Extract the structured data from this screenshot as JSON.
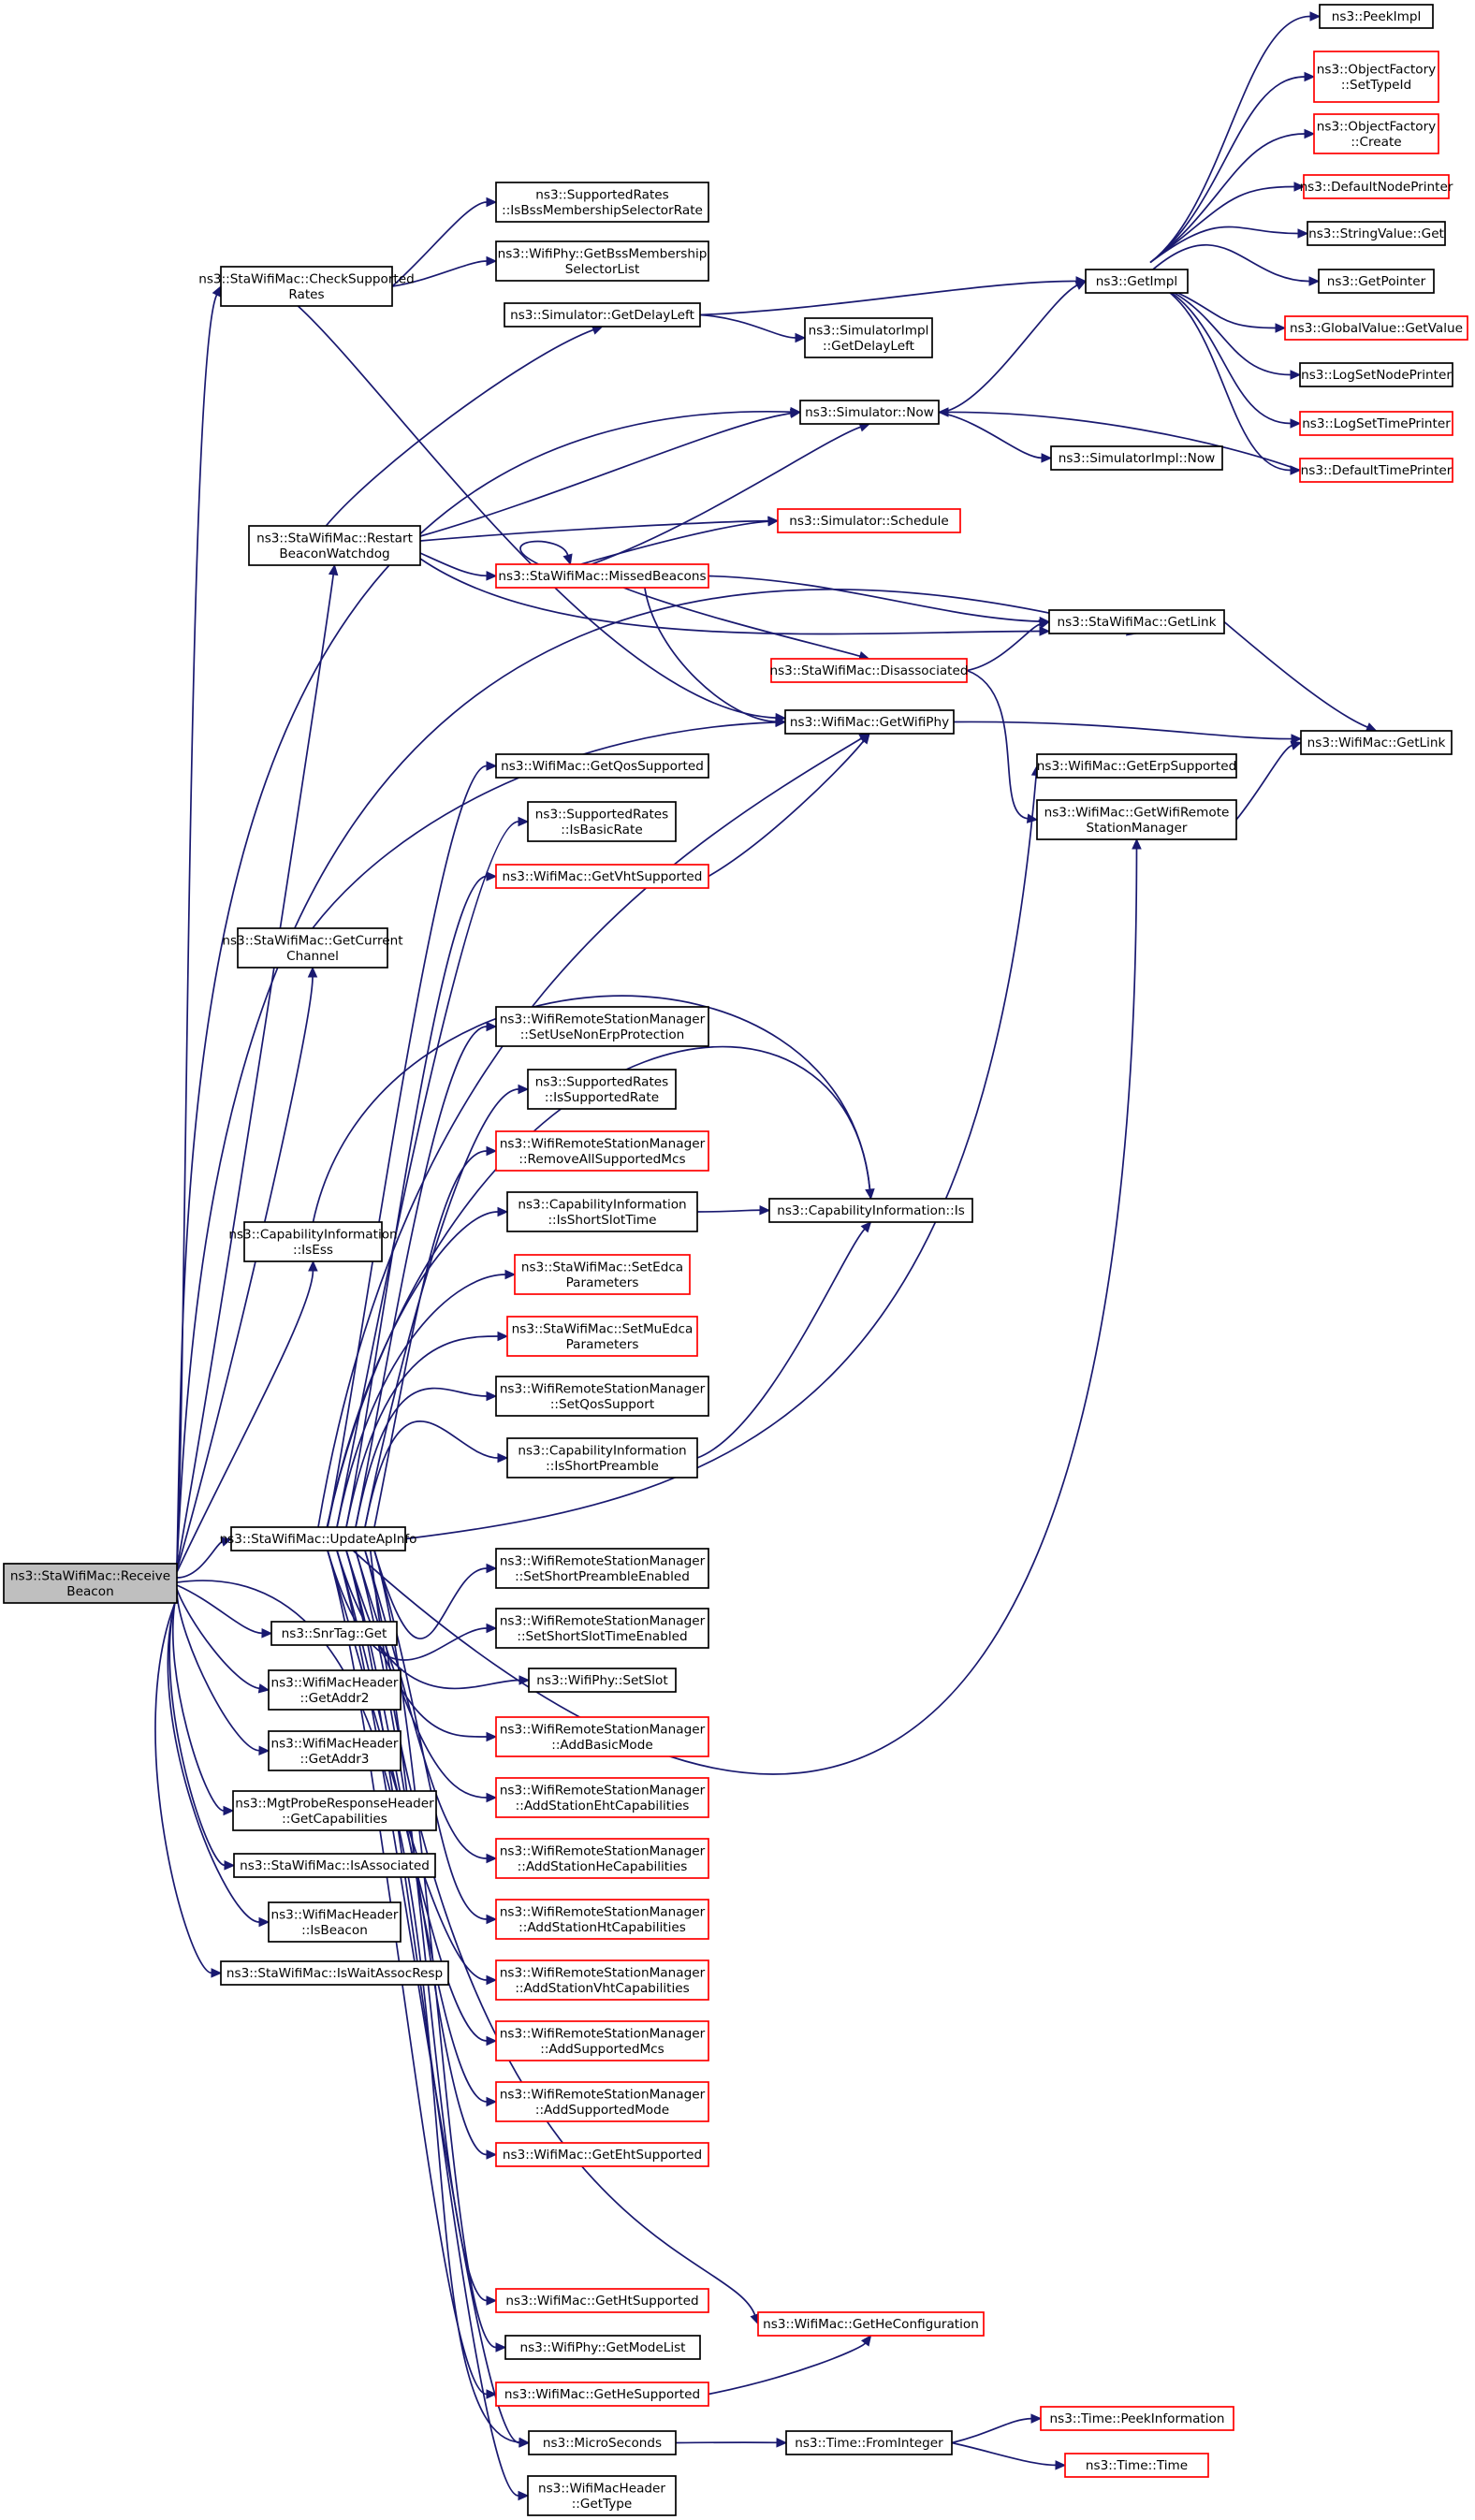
{
  "diagram": {
    "type": "call-graph",
    "nodes": [
      {
        "id": "root",
        "lines": [
          "ns3::StaWifiMac::Receive",
          "Beacon"
        ],
        "red": false,
        "root": true
      },
      {
        "id": "checkSupportedRates",
        "lines": [
          "ns3::StaWifiMac::CheckSupported",
          "Rates"
        ],
        "red": false
      },
      {
        "id": "isBssMembershipSelectorRate",
        "lines": [
          "ns3::SupportedRates",
          "::IsBssMembershipSelectorRate"
        ],
        "red": false
      },
      {
        "id": "getBssMembershipSelectorList",
        "lines": [
          "ns3::WifiPhy::GetBssMembership",
          "SelectorList"
        ],
        "red": false
      },
      {
        "id": "getDelayLeft",
        "lines": [
          "ns3::Simulator::GetDelayLeft"
        ],
        "red": false
      },
      {
        "id": "simImplGetDelayLeft",
        "lines": [
          "ns3::SimulatorImpl",
          "::GetDelayLeft"
        ],
        "red": false
      },
      {
        "id": "simulatorNow",
        "lines": [
          "ns3::Simulator::Now"
        ],
        "red": false
      },
      {
        "id": "simImplNow",
        "lines": [
          "ns3::SimulatorImpl::Now"
        ],
        "red": false
      },
      {
        "id": "getImpl",
        "lines": [
          "ns3::GetImpl"
        ],
        "red": false
      },
      {
        "id": "peekImpl",
        "lines": [
          "ns3::PeekImpl"
        ],
        "red": false
      },
      {
        "id": "setTypeId",
        "lines": [
          "ns3::ObjectFactory",
          "::SetTypeId"
        ],
        "red": true
      },
      {
        "id": "objectFactoryCreate",
        "lines": [
          "ns3::ObjectFactory",
          "::Create"
        ],
        "red": true
      },
      {
        "id": "defaultNodePrinter",
        "lines": [
          "ns3::DefaultNodePrinter"
        ],
        "red": true
      },
      {
        "id": "stringValueGet",
        "lines": [
          "ns3::StringValue::Get"
        ],
        "red": false
      },
      {
        "id": "getPointer",
        "lines": [
          "ns3::GetPointer"
        ],
        "red": false
      },
      {
        "id": "globalValueGetValue",
        "lines": [
          "ns3::GlobalValue::GetValue"
        ],
        "red": true
      },
      {
        "id": "logSetNodePrinter",
        "lines": [
          "ns3::LogSetNodePrinter"
        ],
        "red": false
      },
      {
        "id": "logSetTimePrinter",
        "lines": [
          "ns3::LogSetTimePrinter"
        ],
        "red": true
      },
      {
        "id": "defaultTimePrinter",
        "lines": [
          "ns3::DefaultTimePrinter"
        ],
        "red": true
      },
      {
        "id": "restartBeaconWatchdog",
        "lines": [
          "ns3::StaWifiMac::Restart",
          "BeaconWatchdog"
        ],
        "red": false
      },
      {
        "id": "simulatorSchedule",
        "lines": [
          "ns3::Simulator::Schedule"
        ],
        "red": true
      },
      {
        "id": "missedBeacons",
        "lines": [
          "ns3::StaWifiMac::MissedBeacons"
        ],
        "red": true
      },
      {
        "id": "staGetLink",
        "lines": [
          "ns3::StaWifiMac::GetLink"
        ],
        "red": false
      },
      {
        "id": "disassociated",
        "lines": [
          "ns3::StaWifiMac::Disassociated"
        ],
        "red": true
      },
      {
        "id": "getWifiPhy",
        "lines": [
          "ns3::WifiMac::GetWifiPhy"
        ],
        "red": false
      },
      {
        "id": "wifiMacGetLink",
        "lines": [
          "ns3::WifiMac::GetLink"
        ],
        "red": false
      },
      {
        "id": "getErpSupported",
        "lines": [
          "ns3::WifiMac::GetErpSupported"
        ],
        "red": false
      },
      {
        "id": "getWifiRemoteStationManager",
        "lines": [
          "ns3::WifiMac::GetWifiRemote",
          "StationManager"
        ],
        "red": false
      },
      {
        "id": "getQosSupported",
        "lines": [
          "ns3::WifiMac::GetQosSupported"
        ],
        "red": false
      },
      {
        "id": "isBasicRate",
        "lines": [
          "ns3::SupportedRates",
          "::IsBasicRate"
        ],
        "red": false
      },
      {
        "id": "getVhtSupported",
        "lines": [
          "ns3::WifiMac::GetVhtSupported"
        ],
        "red": true
      },
      {
        "id": "getCurrentChannel",
        "lines": [
          "ns3::StaWifiMac::GetCurrent",
          "Channel"
        ],
        "red": false
      },
      {
        "id": "setUseNonErpProtection",
        "lines": [
          "ns3::WifiRemoteStationManager",
          "::SetUseNonErpProtection"
        ],
        "red": false
      },
      {
        "id": "isSupportedRate",
        "lines": [
          "ns3::SupportedRates",
          "::IsSupportedRate"
        ],
        "red": false
      },
      {
        "id": "removeAllSupportedMcs",
        "lines": [
          "ns3::WifiRemoteStationManager",
          "::RemoveAllSupportedMcs"
        ],
        "red": true
      },
      {
        "id": "isShortSlotTime",
        "lines": [
          "ns3::CapabilityInformation",
          "::IsShortSlotTime"
        ],
        "red": false
      },
      {
        "id": "capabilityIs",
        "lines": [
          "ns3::CapabilityInformation::Is"
        ],
        "red": false
      },
      {
        "id": "isEss",
        "lines": [
          "ns3::CapabilityInformation",
          "::IsEss"
        ],
        "red": false
      },
      {
        "id": "setEdcaParameters",
        "lines": [
          "ns3::StaWifiMac::SetEdca",
          "Parameters"
        ],
        "red": true
      },
      {
        "id": "setMuEdcaParameters",
        "lines": [
          "ns3::StaWifiMac::SetMuEdca",
          "Parameters"
        ],
        "red": true
      },
      {
        "id": "setQosSupport",
        "lines": [
          "ns3::WifiRemoteStationManager",
          "::SetQosSupport"
        ],
        "red": false
      },
      {
        "id": "isShortPreamble",
        "lines": [
          "ns3::CapabilityInformation",
          "::IsShortPreamble"
        ],
        "red": false
      },
      {
        "id": "updateApInfo",
        "lines": [
          "ns3::StaWifiMac::UpdateApInfo"
        ],
        "red": false
      },
      {
        "id": "setShortPreambleEnabled",
        "lines": [
          "ns3::WifiRemoteStationManager",
          "::SetShortPreambleEnabled"
        ],
        "red": false
      },
      {
        "id": "setShortSlotTimeEnabled",
        "lines": [
          "ns3::WifiRemoteStationManager",
          "::SetShortSlotTimeEnabled"
        ],
        "red": false
      },
      {
        "id": "snrTagGet",
        "lines": [
          "ns3::SnrTag::Get"
        ],
        "red": false
      },
      {
        "id": "wifiPhySetSlot",
        "lines": [
          "ns3::WifiPhy::SetSlot"
        ],
        "red": false
      },
      {
        "id": "getAddr2",
        "lines": [
          "ns3::WifiMacHeader",
          "::GetAddr2"
        ],
        "red": false
      },
      {
        "id": "addBasicMode",
        "lines": [
          "ns3::WifiRemoteStationManager",
          "::AddBasicMode"
        ],
        "red": true
      },
      {
        "id": "getAddr3",
        "lines": [
          "ns3::WifiMacHeader",
          "::GetAddr3"
        ],
        "red": false
      },
      {
        "id": "addStationEhtCapabilities",
        "lines": [
          "ns3::WifiRemoteStationManager",
          "::AddStationEhtCapabilities"
        ],
        "red": true
      },
      {
        "id": "getCapabilities",
        "lines": [
          "ns3::MgtProbeResponseHeader",
          "::GetCapabilities"
        ],
        "red": false
      },
      {
        "id": "addStationHeCapabilities",
        "lines": [
          "ns3::WifiRemoteStationManager",
          "::AddStationHeCapabilities"
        ],
        "red": true
      },
      {
        "id": "isAssociated",
        "lines": [
          "ns3::StaWifiMac::IsAssociated"
        ],
        "red": false
      },
      {
        "id": "addStationHtCapabilities",
        "lines": [
          "ns3::WifiRemoteStationManager",
          "::AddStationHtCapabilities"
        ],
        "red": true
      },
      {
        "id": "isBeacon",
        "lines": [
          "ns3::WifiMacHeader",
          "::IsBeacon"
        ],
        "red": false
      },
      {
        "id": "isWaitAssocResp",
        "lines": [
          "ns3::StaWifiMac::IsWaitAssocResp"
        ],
        "red": false
      },
      {
        "id": "addStationVhtCapabilities",
        "lines": [
          "ns3::WifiRemoteStationManager",
          "::AddStationVhtCapabilities"
        ],
        "red": true
      },
      {
        "id": "addSupportedMcs",
        "lines": [
          "ns3::WifiRemoteStationManager",
          "::AddSupportedMcs"
        ],
        "red": true
      },
      {
        "id": "addSupportedMode",
        "lines": [
          "ns3::WifiRemoteStationManager",
          "::AddSupportedMode"
        ],
        "red": true
      },
      {
        "id": "getEhtSupported",
        "lines": [
          "ns3::WifiMac::GetEhtSupported"
        ],
        "red": true
      },
      {
        "id": "getHtSupported",
        "lines": [
          "ns3::WifiMac::GetHtSupported"
        ],
        "red": true
      },
      {
        "id": "getHeConfiguration",
        "lines": [
          "ns3::WifiMac::GetHeConfiguration"
        ],
        "red": true
      },
      {
        "id": "getModeList",
        "lines": [
          "ns3::WifiPhy::GetModeList"
        ],
        "red": false
      },
      {
        "id": "getHeSupported",
        "lines": [
          "ns3::WifiMac::GetHeSupported"
        ],
        "red": true
      },
      {
        "id": "microSeconds",
        "lines": [
          "ns3::MicroSeconds"
        ],
        "red": false
      },
      {
        "id": "timeFromInteger",
        "lines": [
          "ns3::Time::FromInteger"
        ],
        "red": false
      },
      {
        "id": "timePeekInformation",
        "lines": [
          "ns3::Time::PeekInformation"
        ],
        "red": true
      },
      {
        "id": "timeTime",
        "lines": [
          "ns3::Time::Time"
        ],
        "red": true
      },
      {
        "id": "getType",
        "lines": [
          "ns3::WifiMacHeader",
          "::GetType"
        ],
        "red": false
      }
    ]
  }
}
